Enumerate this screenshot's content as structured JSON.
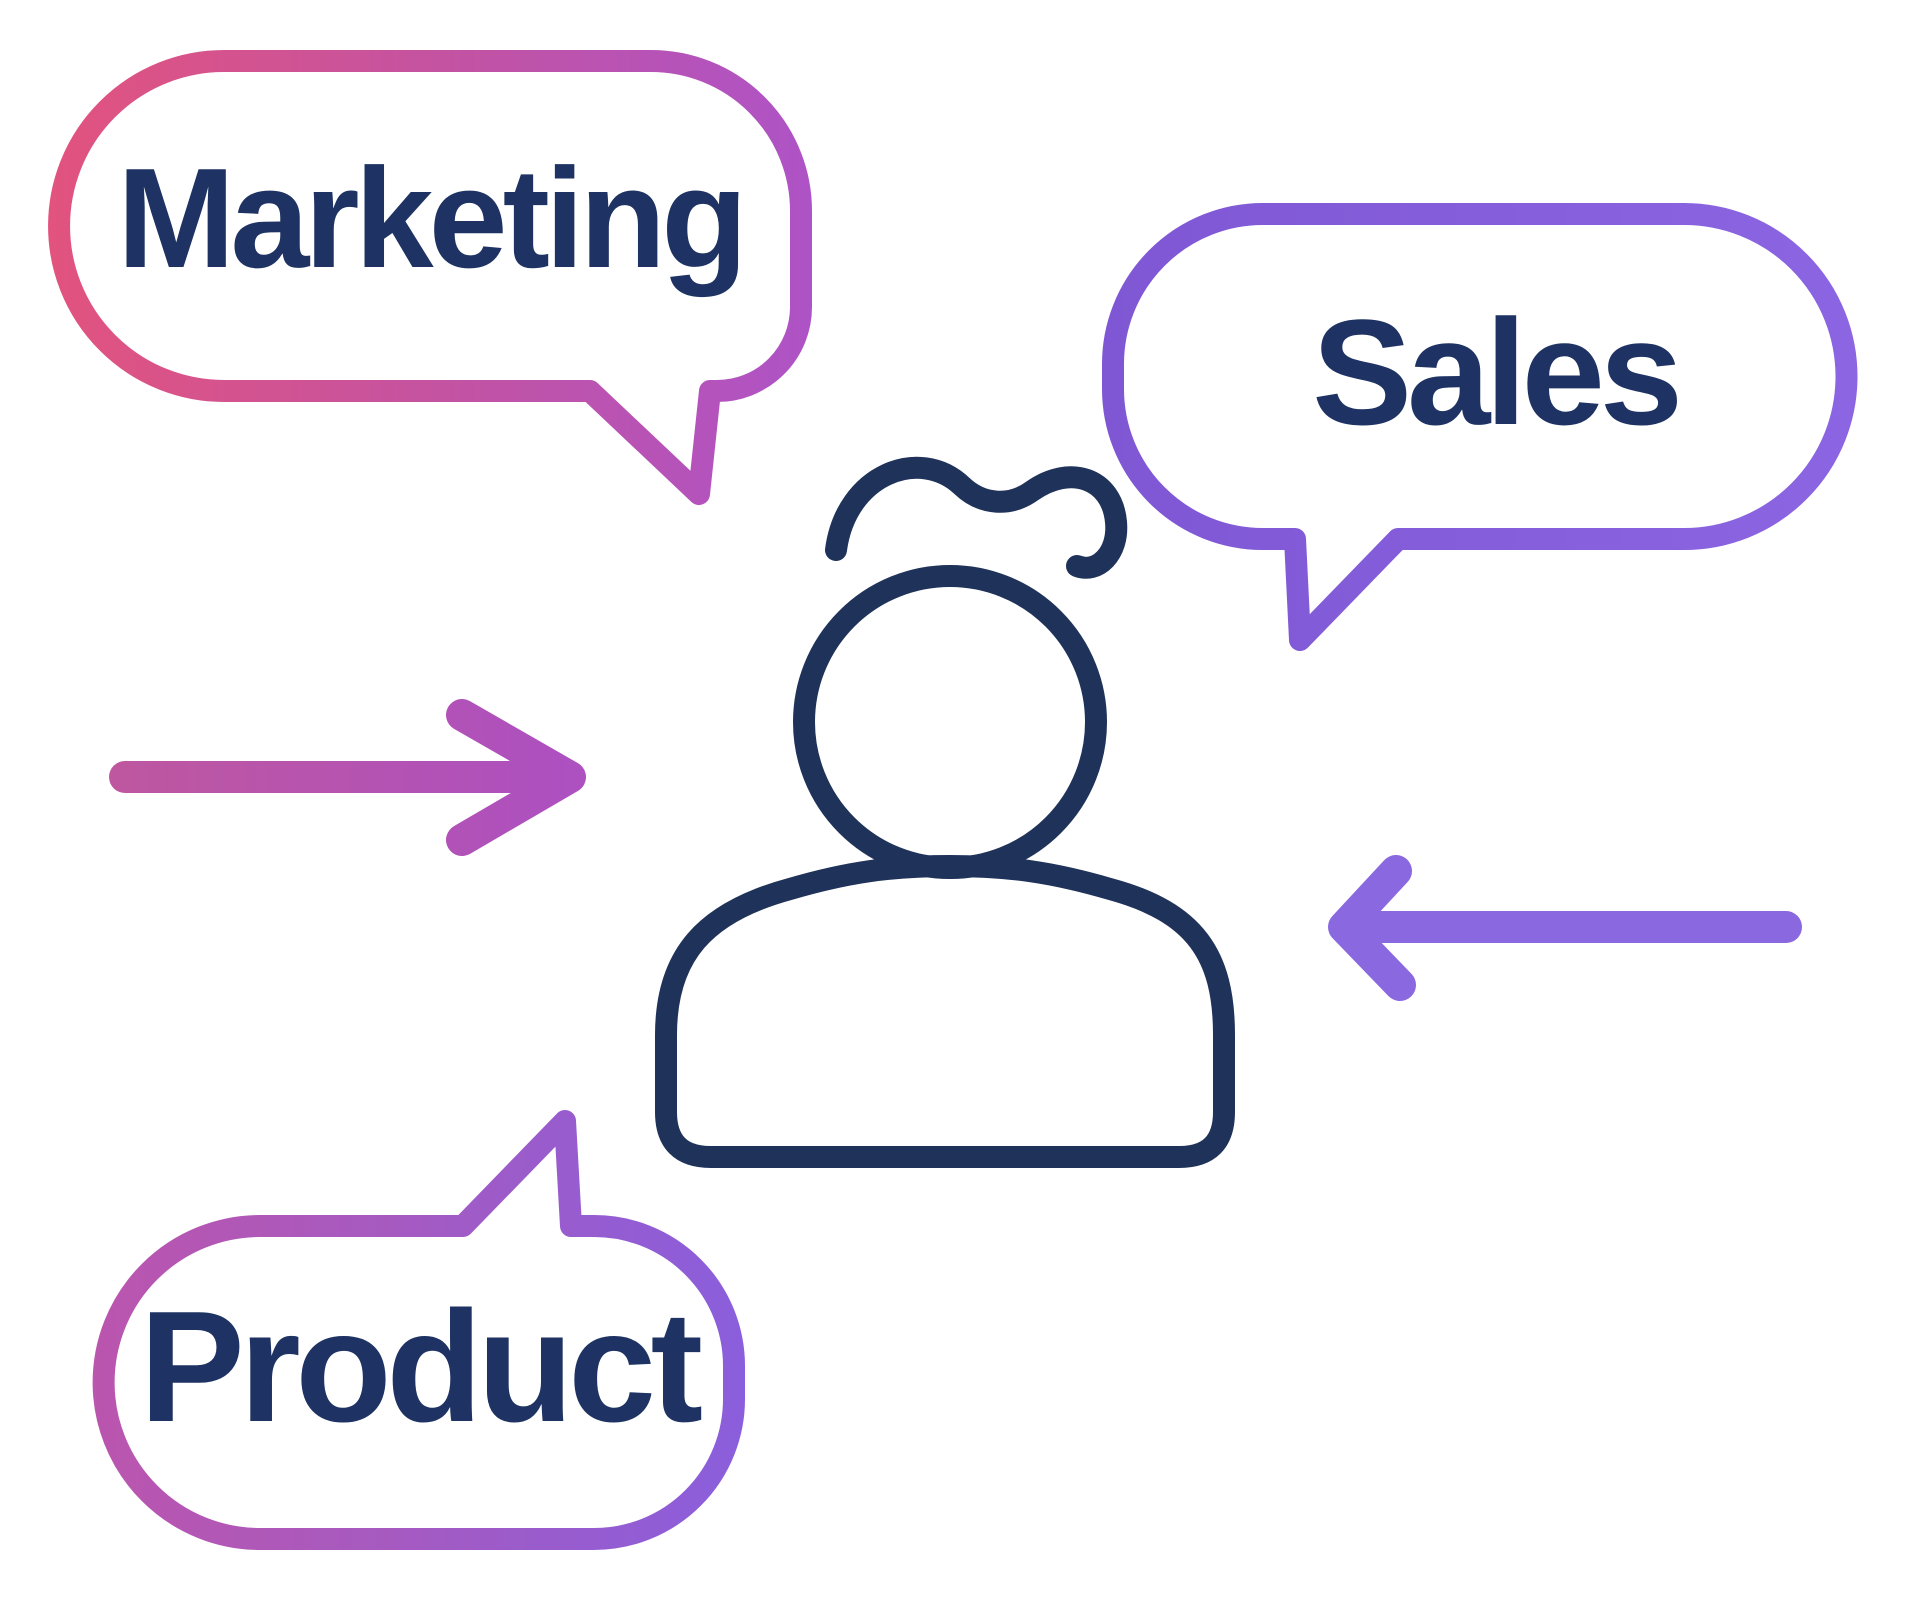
{
  "diagram": {
    "description": "Three speech bubbles (Marketing, Sales, Product) pointing at a central person icon, with two arrows converging on the person",
    "bubbles": [
      {
        "id": "marketing",
        "label": "Marketing",
        "position": "top-left",
        "tail_direction": "down-right",
        "gradient": [
          "#e2537e",
          "#ae53c6"
        ]
      },
      {
        "id": "sales",
        "label": "Sales",
        "position": "top-right",
        "tail_direction": "down-left",
        "gradient": [
          "#7f57d4",
          "#8b65e2"
        ]
      },
      {
        "id": "product",
        "label": "Product",
        "position": "bottom-left",
        "tail_direction": "up-right",
        "gradient": [
          "#bb55ae",
          "#8a5edc"
        ]
      }
    ],
    "arrows": [
      {
        "id": "arrow-left",
        "direction": "pointing-right",
        "gradient": [
          "#be57a0",
          "#ad50c0"
        ]
      },
      {
        "id": "arrow-right",
        "direction": "pointing-left",
        "color": "#8968e0"
      }
    ],
    "person": {
      "icon": "person-icon",
      "color": "#1f3259"
    },
    "text_color": "#1e3363",
    "background_color": "#ffffff"
  }
}
